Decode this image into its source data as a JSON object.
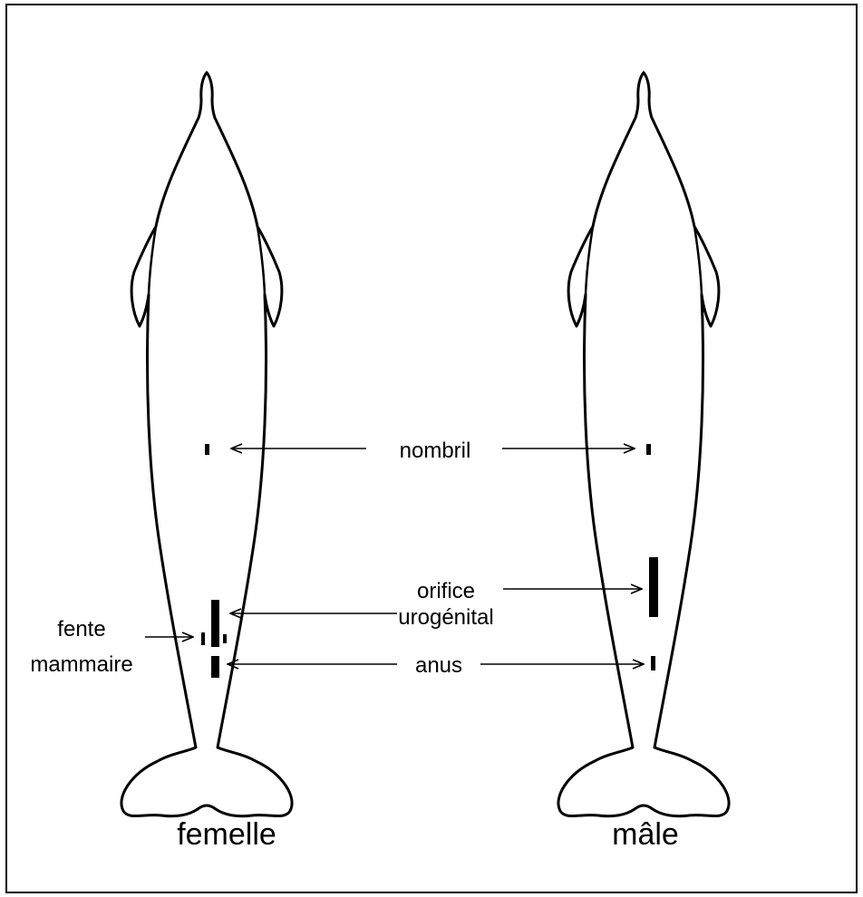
{
  "labels": {
    "navel": "nombril",
    "genital_line1": "orifice",
    "genital_line2": "urogénital",
    "mammary_line1": "fente",
    "mammary_line2": "mammaire",
    "anus": "anus",
    "female": "femelle",
    "male": "mâle"
  },
  "colors": {
    "ink": "#000000",
    "background": "#ffffff"
  }
}
